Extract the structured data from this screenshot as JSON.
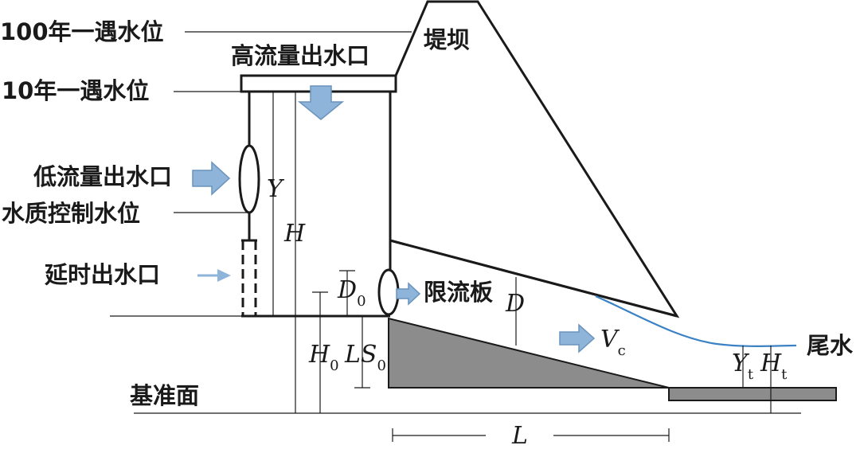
{
  "labels": {
    "water_100yr": "100年一遇水位",
    "high_outlet": "高流量出水口",
    "dam": "堤坝",
    "water_10yr": "10年一遇水位",
    "low_outlet": "低流量出水口",
    "wq_level": "水质控制水位",
    "delay_outlet": "延时出水口",
    "restrictor": "限流板",
    "tailwater": "尾水",
    "datum": "基准面"
  },
  "symbols": {
    "Y": "Y",
    "H": "H",
    "D0": "D",
    "D0_sub": "0",
    "D": "D",
    "H0": "H",
    "H0_sub": "0",
    "LS0_L": "L",
    "LS0_S": "S",
    "LS0_sub": "0",
    "Vc": "V",
    "Vc_sub": "c",
    "Yt": "Y",
    "Yt_sub": "t",
    "Ht": "H",
    "Ht_sub": "t",
    "L": "L"
  },
  "colors": {
    "arrow_fill": "#8fb4d9",
    "arrow_stroke": "#6a93bd",
    "gray_fill": "#8c8c8c",
    "tailwater_line": "#3b82c4",
    "line": "#1a1a1a"
  }
}
